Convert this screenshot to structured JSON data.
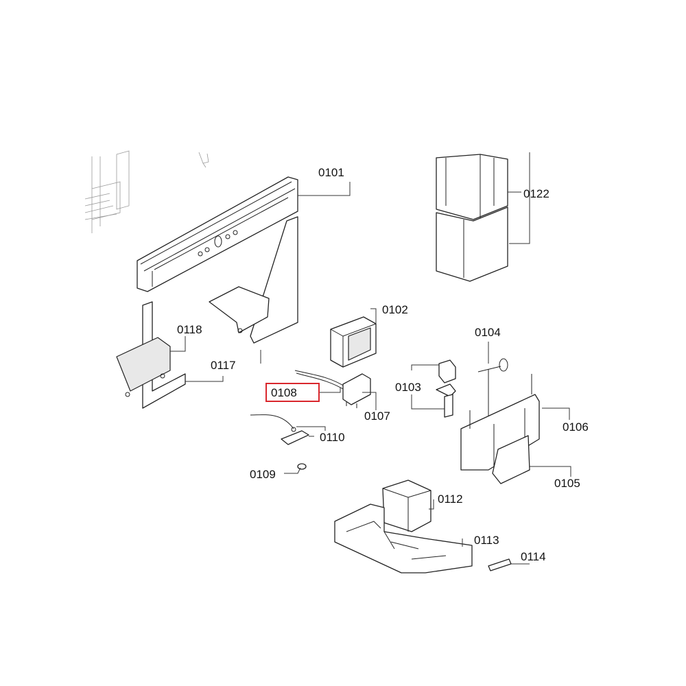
{
  "highlight_color": "#d9262c",
  "labels": {
    "p0101": "0101",
    "p0102": "0102",
    "p0103": "0103",
    "p0104": "0104",
    "p0105": "0105",
    "p0106": "0106",
    "p0107": "0107",
    "p0108": "0108",
    "p0109": "0109",
    "p0110": "0110",
    "p0112": "0112",
    "p0113": "0113",
    "p0114": "0114",
    "p0117": "0117",
    "p0118": "0118",
    "p0122": "0122"
  },
  "highlighted_part": "0108"
}
